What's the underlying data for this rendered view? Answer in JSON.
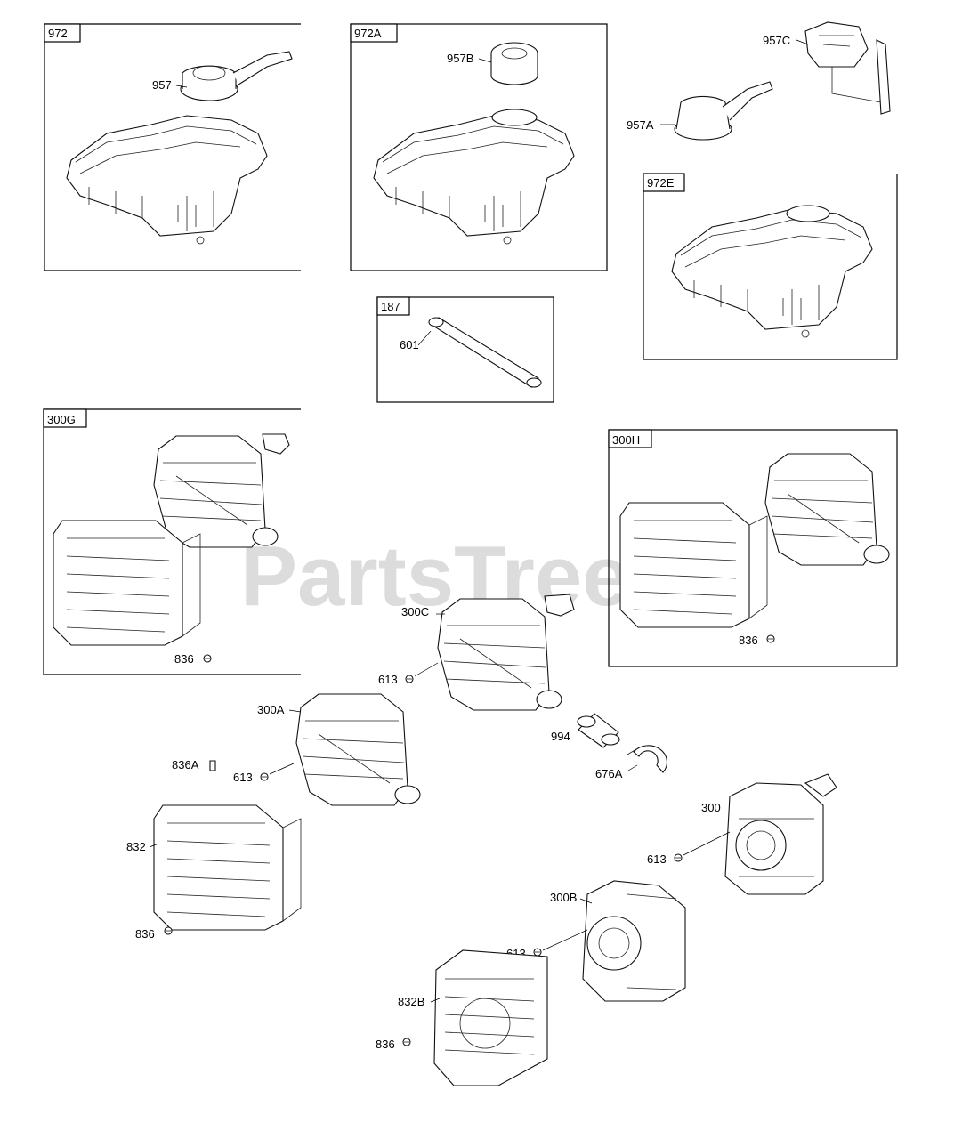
{
  "watermark": "PartsTree",
  "panels": {
    "p972": "972",
    "p972a": "972A",
    "p187": "187",
    "p972e": "972E",
    "p300g": "300G",
    "p300h": "300H"
  },
  "callouts": {
    "c957": "957",
    "c957b": "957B",
    "c957c": "957C",
    "c957a": "957A",
    "c601": "601",
    "c836_g": "836",
    "c836_h": "836",
    "c300c": "300C",
    "c613_c": "613",
    "c300a": "300A",
    "c994": "994",
    "c836a": "836A",
    "c613_a": "613",
    "c676a": "676A",
    "c300": "300",
    "c832": "832",
    "c613_300": "613",
    "c300b": "300B",
    "c613_b": "613",
    "c836_832": "836",
    "c832b": "832B",
    "c836_832b": "836"
  }
}
